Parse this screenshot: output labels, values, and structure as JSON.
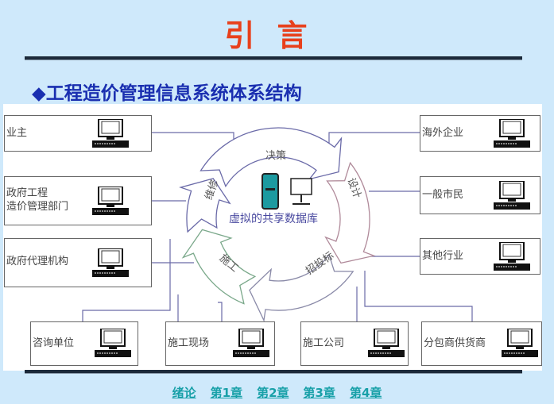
{
  "title": "引言",
  "subtitle": "◆工程造价管理信息系统体系结构",
  "left_boxes": [
    "业主",
    "政府工程\n造价管理部门",
    "政府代理机构"
  ],
  "right_boxes": [
    "海外企业",
    "一般市民",
    "其他行业"
  ],
  "bottom_boxes": [
    "咨询单位",
    "施工现场",
    "施工公司",
    "分包商供货商"
  ],
  "cycle": [
    "决策",
    "设计",
    "招投标",
    "施工",
    "维修"
  ],
  "center": "虚拟的共享数据库",
  "nav": [
    "绪论",
    "第1章",
    "第2章",
    "第3章",
    "第4章"
  ]
}
